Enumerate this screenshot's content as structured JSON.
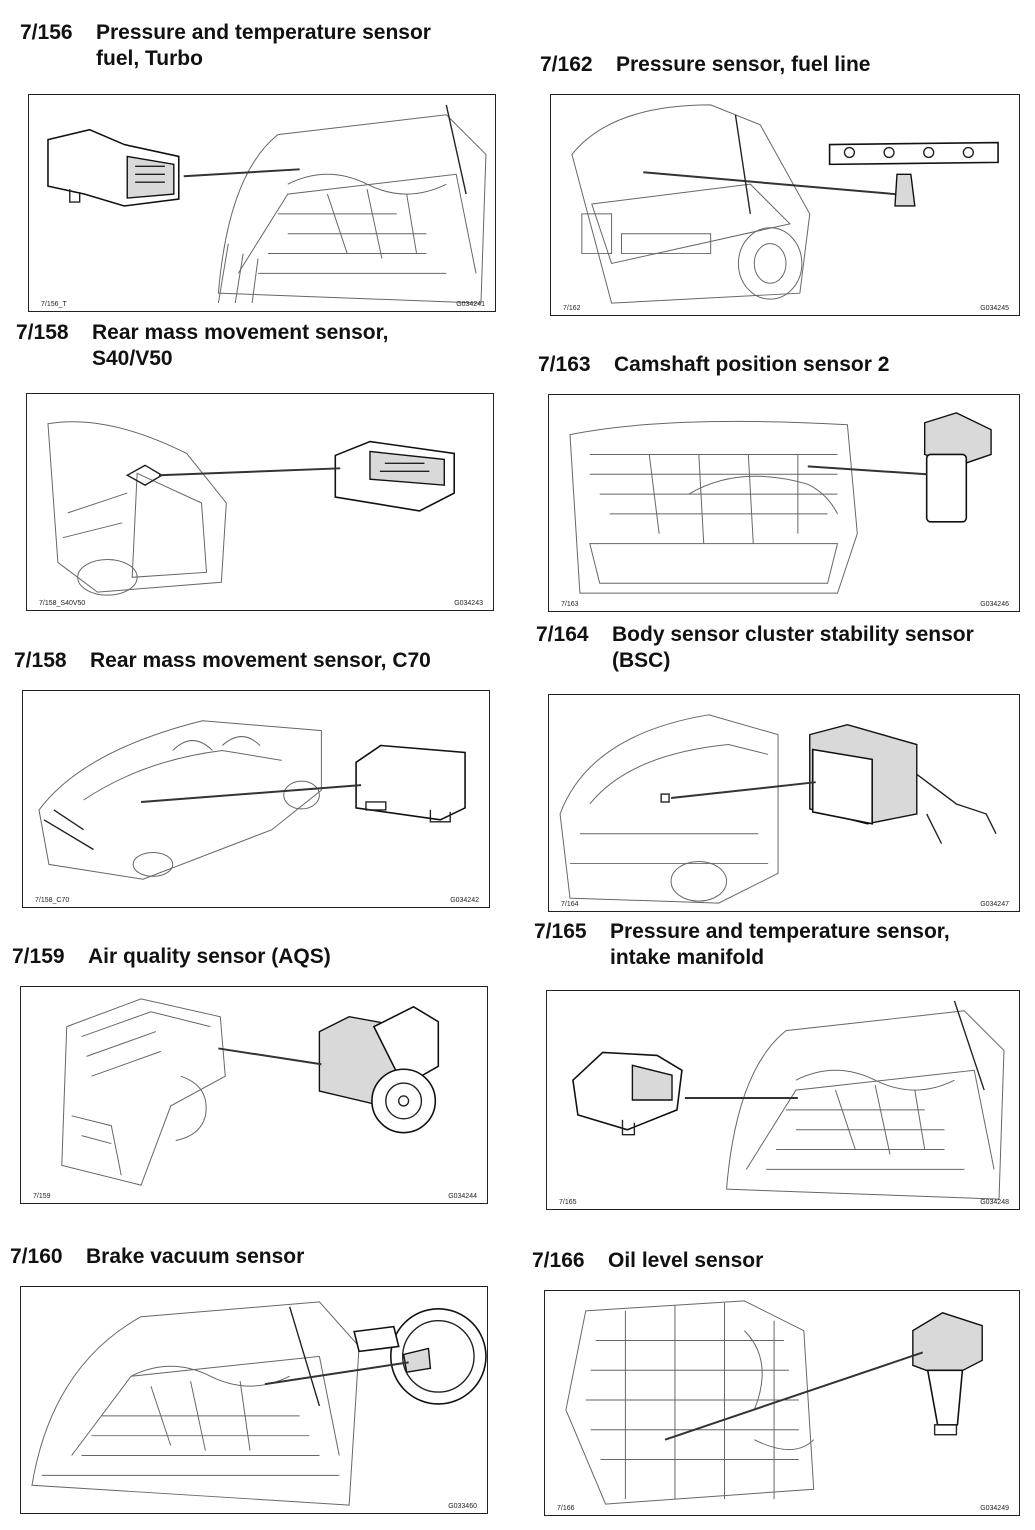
{
  "entries": [
    {
      "code": "7/156",
      "title": "Pressure and temperature sensor\nfuel, Turbo",
      "ref_left": "7/156_T",
      "ref_right": "G034241"
    },
    {
      "code": "7/162",
      "title": "Pressure sensor, fuel line",
      "ref_left": "7/162",
      "ref_right": "G034245"
    },
    {
      "code": "7/158",
      "title": "Rear mass movement sensor,\nS40/V50",
      "ref_left": "7/158_S40V50",
      "ref_right": "G034243"
    },
    {
      "code": "7/163",
      "title": "Camshaft position sensor 2",
      "ref_left": "7/163",
      "ref_right": "G034246"
    },
    {
      "code": "7/158",
      "title": "Rear mass movement sensor, C70",
      "ref_left": "7/158_C70",
      "ref_right": "G034242"
    },
    {
      "code": "7/164",
      "title": "Body sensor cluster stability sensor\n(BSC)",
      "ref_left": "7/164",
      "ref_right": "G034247"
    },
    {
      "code": "7/159",
      "title": "Air quality sensor (AQS)",
      "ref_left": "7/159",
      "ref_right": "G034244"
    },
    {
      "code": "7/165",
      "title": "Pressure and temperature sensor,\nintake manifold",
      "ref_left": "7/165",
      "ref_right": "G034248"
    },
    {
      "code": "7/160",
      "title": "Brake vacuum sensor",
      "ref_left": "",
      "ref_right": "G033460"
    },
    {
      "code": "7/166",
      "title": "Oil level sensor",
      "ref_left": "7/166",
      "ref_right": "G034249"
    }
  ]
}
